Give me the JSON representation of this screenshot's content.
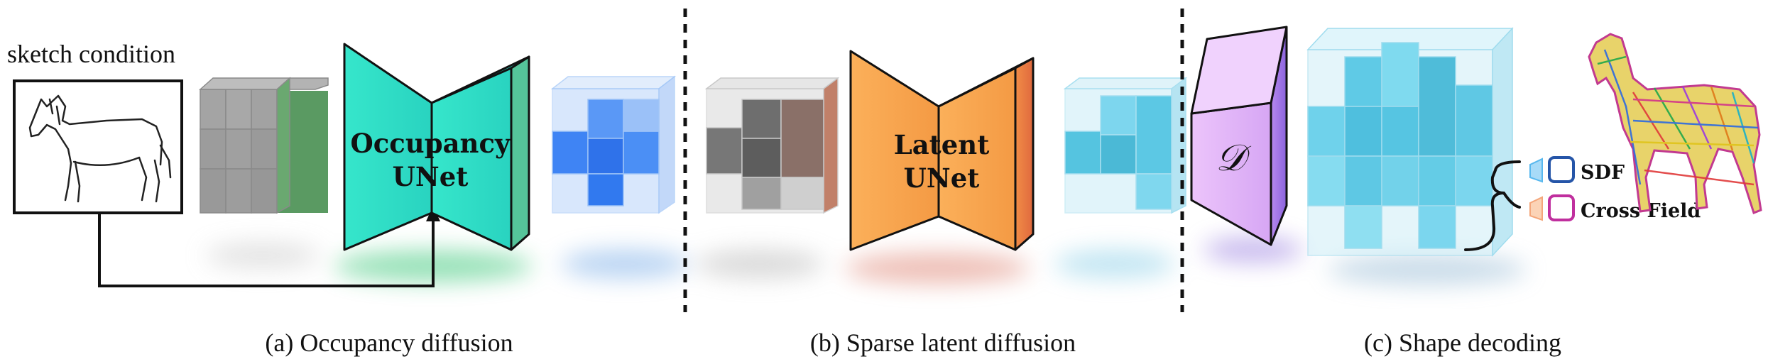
{
  "figure": {
    "sketch_label": "sketch condition",
    "occupancy_unet": {
      "line1": "Occupancy",
      "line2": "UNet"
    },
    "latent_unet": {
      "line1": "Latent",
      "line2": "UNet"
    },
    "decoder_symbol": "𝒟",
    "legend": {
      "sdf": "SDF",
      "cross_field": "Cross Field"
    },
    "captions": {
      "a": "(a) Occupancy diffusion",
      "b": "(b) Sparse latent diffusion",
      "c": "(c) Shape decoding"
    },
    "colors": {
      "occupancy_unet": "#33e0c8",
      "latent_unet": "#f7a04c",
      "decoder": "#e2b4f7",
      "gray_cube": "#9a9a9a",
      "blue_cube": "#4f8ef7",
      "cyan_cube": "#5fd0ea",
      "sdf": "#2255aa",
      "cross_field": "#c02f9e"
    }
  }
}
